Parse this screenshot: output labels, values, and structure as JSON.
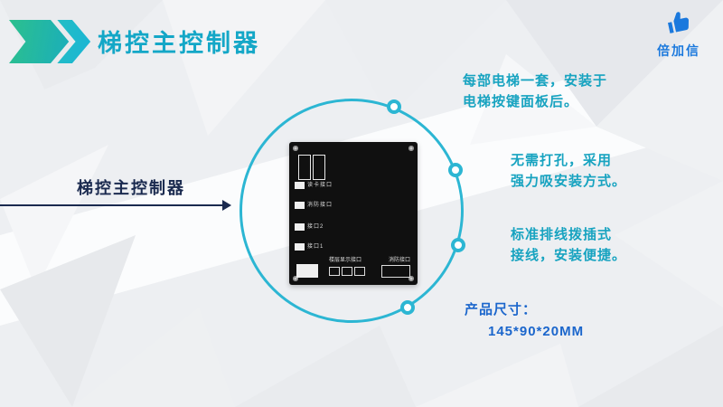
{
  "header": {
    "title": "梯控主控制器",
    "brand": "倍加信"
  },
  "left": {
    "label": "梯控主控制器"
  },
  "bullets": [
    {
      "line1": "每部电梯一套，安装于",
      "line2": "电梯按键面板后。"
    },
    {
      "line1": "无需打孔，采用",
      "line2": "强力吸安装方式。"
    },
    {
      "line1": "标准排线拨插式",
      "line2": "接线，安装便捷。"
    }
  ],
  "product_size": {
    "label": "产品尺寸：",
    "value": "145*90*20MM"
  },
  "pcb": {
    "left_ports": [
      "读卡接口",
      "消防接口",
      "接口2",
      "接口1"
    ],
    "bottom_labels": [
      "楼层显示接口",
      "消防接口"
    ]
  },
  "colors": {
    "teal": "#14a7c7",
    "blue": "#1b6fd6",
    "navy": "#1a2a4f"
  }
}
